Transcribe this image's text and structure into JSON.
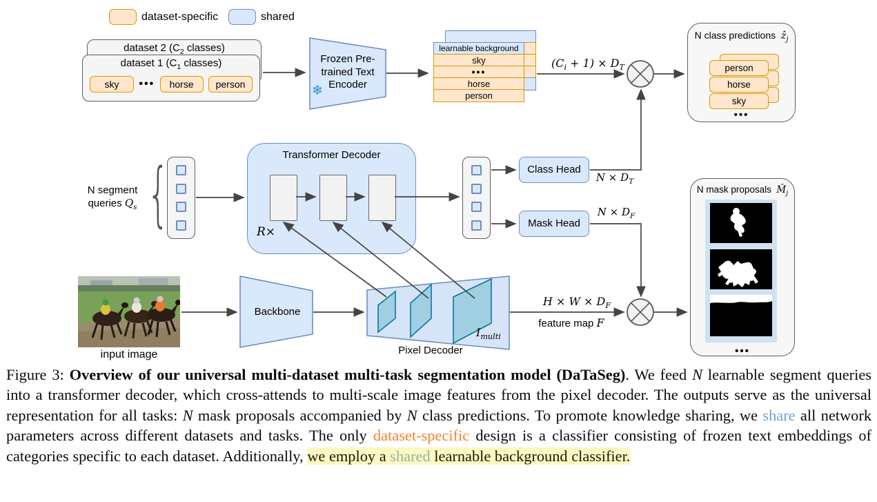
{
  "colors": {
    "dataset_specific_fill": "#ffe6cc",
    "dataset_specific_border": "#d79b00",
    "shared_fill": "#dae8fc",
    "shared_border": "#6c8ebf",
    "feature_map_fill": "#9fcfe0",
    "feature_map_border": "#10739e",
    "caption_highlight": "#fbf8c2",
    "share_word": "#6f9fd8",
    "dataset_specific_word": "#f58231"
  },
  "legend": {
    "dataset_specific": "dataset-specific",
    "shared": "shared"
  },
  "datasets": {
    "back_title": "dataset 2 (C~2~ classes)",
    "front_title": "dataset 1 (C~1~ classes)",
    "tags": [
      {
        "label": "sky"
      },
      {
        "label": "•••"
      },
      {
        "label": "horse"
      },
      {
        "label": "person"
      }
    ]
  },
  "text_encoder": {
    "line1": "Frozen Pre-",
    "line2": "trained Text",
    "line3": "Encoder",
    "snowflake": "❄"
  },
  "embeddings": {
    "rows": [
      {
        "label": "learnable background",
        "type": "shared"
      },
      {
        "label": "sky",
        "type": "dataset-specific"
      },
      {
        "label": "•••",
        "type": "dataset-specific"
      },
      {
        "label": "horse",
        "type": "dataset-specific"
      },
      {
        "label": "person",
        "type": "dataset-specific"
      }
    ]
  },
  "math_labels": {
    "embed_dim": "(C~i~ + 1) × D~T~",
    "class_dim": "N × D~T~",
    "mask_dim": "N × D~F~",
    "feature_dim": "H × W × D~F~",
    "repeat": "R×",
    "multi_scale": "I~multi~",
    "feature_map_prefix": "feature map",
    "feature_map_symbol": "F"
  },
  "class_predictions": {
    "title": "N class predictions",
    "symbol": "ẑ~j~",
    "tags": [
      "person",
      "horse",
      "sky"
    ],
    "dots": "•••"
  },
  "segment_queries": {
    "line1": "N segment",
    "line2_prefix": "queries",
    "symbol": "Q",
    "symbol_sub": "s"
  },
  "transformer_decoder": {
    "title": "Transformer Decoder"
  },
  "heads": {
    "class_head": "Class Head",
    "mask_head": "Mask Head"
  },
  "backbone_label": "Backbone",
  "pixel_decoder_label": "Pixel Decoder",
  "input_image_label": "input image",
  "mask_proposals": {
    "title": "N mask proposals",
    "symbol": "M̂~j~",
    "dots": "•••"
  },
  "caption": {
    "segments": [
      {
        "t": "Figure 3: "
      },
      {
        "t": "Overview of our universal multi-dataset multi-task segmentation model (DaTaSeg)"
      },
      {
        "t": ". We feed "
      },
      {
        "t": "N"
      },
      {
        "t": " learnable segment queries into a transformer decoder, which cross-attends to multi-scale image features from the pixel decoder. The outputs serve as the universal representation for all tasks: "
      },
      {
        "t": "N"
      },
      {
        "t": " mask proposals accompanied by "
      },
      {
        "t": "N"
      },
      {
        "t": " class predictions. To promote knowledge sharing, we "
      },
      {
        "t": "share"
      },
      {
        "t": " all network parameters across different datasets and tasks. The only "
      },
      {
        "t": "dataset-specific"
      },
      {
        "t": " design is a classifier consisting of frozen text embeddings of categories specific to each dataset. Additionally, "
      },
      {
        "t": "we employ a "
      },
      {
        "t": "shared"
      },
      {
        "t": " learnable background classifier."
      }
    ]
  }
}
